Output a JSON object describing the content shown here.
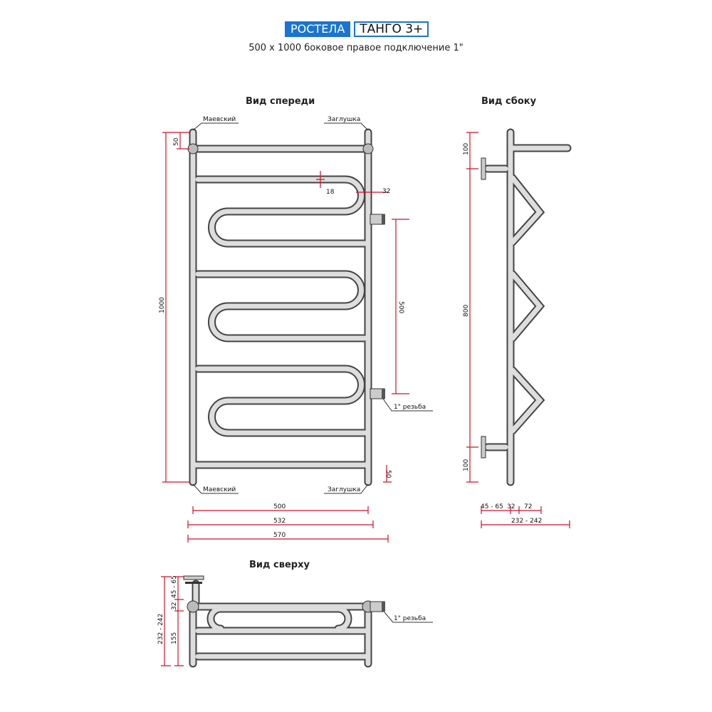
{
  "header": {
    "brand": "РОСТЕЛА",
    "model": "ТАНГО 3+",
    "subtitle": "500 x 1000 боковое правое подключение 1\""
  },
  "front_view": {
    "title": "Вид спереди",
    "labels": {
      "mayevsky_top": "Маевский",
      "plug_top": "Заглушка",
      "mayevsky_bottom": "Маевский",
      "plug_bottom": "Заглушка",
      "thread": "1\" резьба"
    },
    "dims": {
      "height": "1000",
      "top_offset": "50",
      "bar_gap": "18",
      "side_offset": "32",
      "connection": "500",
      "bottom_offset": "50",
      "width1": "500",
      "width2": "532",
      "width3": "570"
    }
  },
  "side_view": {
    "title": "Вид сбоку",
    "dims": {
      "top": "100",
      "middle": "800",
      "bottom": "100",
      "d1": "45 - 65",
      "d2": "32",
      "d3": "72",
      "total": "232 - 242"
    }
  },
  "top_view": {
    "title": "Вид сверху",
    "dims": {
      "total": "232 - 242",
      "wall": "45 - 65",
      "d2": "32",
      "depth": "155"
    },
    "thread": "1\" резьба"
  },
  "colors": {
    "accent": "#1a74d0",
    "dimension": "#d0102a"
  }
}
